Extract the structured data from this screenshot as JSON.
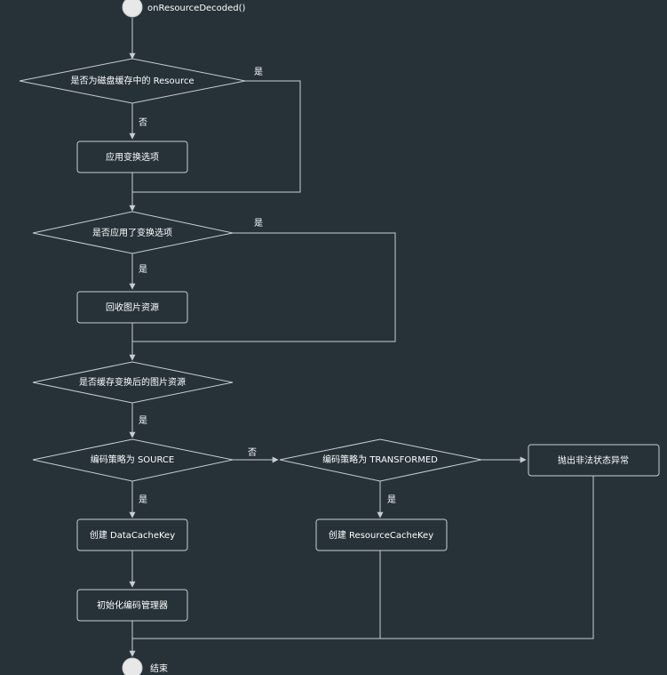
{
  "nodes": {
    "start_label": "onResourceDecoded()",
    "end_label": "结束",
    "d1": "是否为磁盘缓存中的 Resource",
    "p1": "应用变换选项",
    "d2": "是否应用了变换选项",
    "p2": "回收图片资源",
    "d3": "是否缓存变换后的图片资源",
    "d4": "编码策略为 SOURCE",
    "d5": "编码策略为 TRANSFORMED",
    "p_error": "抛出非法状态异常",
    "p_datakey": "创建 DataCacheKey",
    "p_init": "初始化编码管理器",
    "p_reskey": "创建 ResourceCacheKey"
  },
  "edges": {
    "d1_yes": "是",
    "d1_no": "否",
    "d2_yes_right": "是",
    "d2_yes_down": "是",
    "d3_yes": "是",
    "d4_no": "否",
    "d4_yes": "是",
    "d5_yes": "是"
  }
}
